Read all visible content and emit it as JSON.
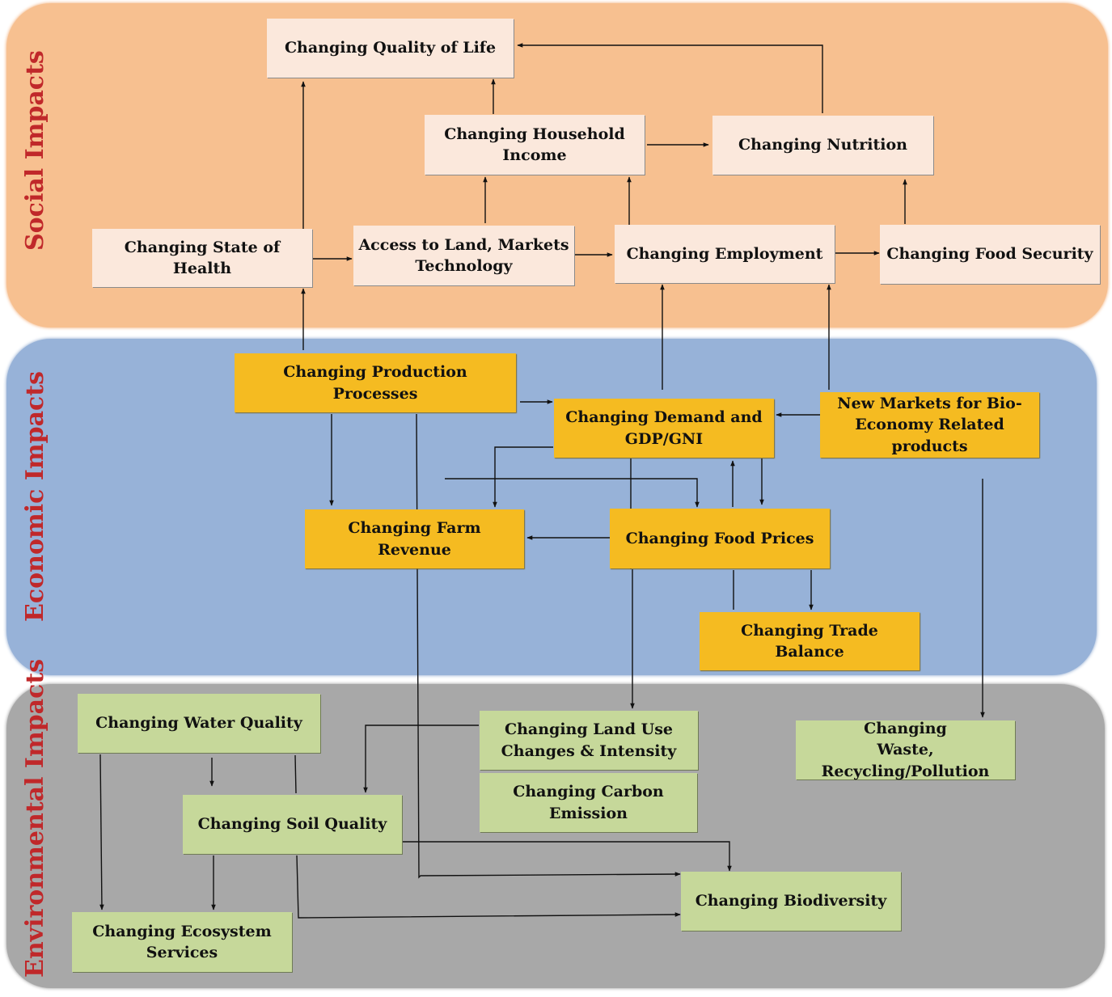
{
  "sections": {
    "social": "Social Impacts",
    "economic": "Economic Impacts",
    "environmental": "Environmental  Impacts"
  },
  "nodes": {
    "quality_of_life": "Changing Quality of Life",
    "household_income": "Changing Household\nIncome",
    "nutrition": "Changing Nutrition",
    "state_of_health": "Changing State of Health",
    "access_land": "Access to Land, Markets\nTechnology",
    "employment": "Changing Employment",
    "food_security": "Changing Food Security",
    "production_processes": "Changing  Production Processes",
    "demand_gdp": "Changing Demand and\nGDP/GNI",
    "new_markets": "New Markets for Bio-\nEconomy Related products",
    "farm_revenue": "Changing Farm Revenue",
    "food_prices": "Changing Food Prices",
    "trade_balance": "Changing Trade Balance",
    "water_quality": "Changing Water Quality",
    "land_use": "Changing Land Use\nChanges & Intensity",
    "waste": "Changing\nWaste, Recycling/Pollution",
    "carbon": "Changing Carbon\nEmission",
    "soil_quality": "Changing Soil Quality",
    "biodiversity": "Changing  Biodiversity",
    "ecosystem": "Changing  Ecosystem\nServices"
  },
  "colors": {
    "social_band": "#f7c090",
    "economic_band": "#97b2d8",
    "environmental_band": "#a8a8a8",
    "section_label": "#c0282a",
    "social_box": "#fbe8dc",
    "economic_box": "#f5bb21",
    "environmental_box": "#c6d89a"
  }
}
